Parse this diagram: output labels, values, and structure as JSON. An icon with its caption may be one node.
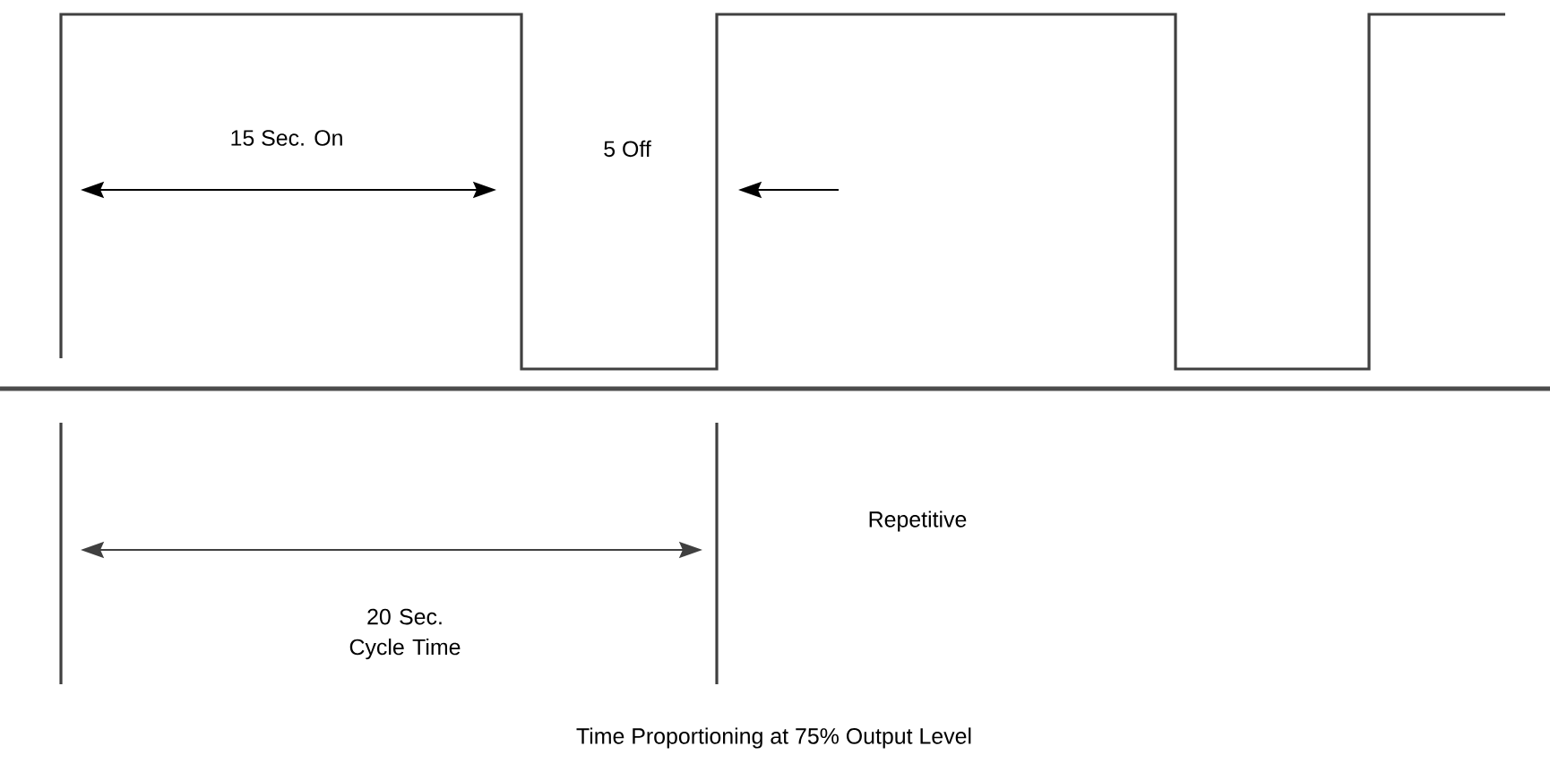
{
  "diagram": {
    "caption": "Time Proportioning at 75% Output Level",
    "labels": [
      "15 Sec. On",
      "5 Off",
      "Repetitive",
      "20 Sec. Cycle Time"
    ]
  }
}
